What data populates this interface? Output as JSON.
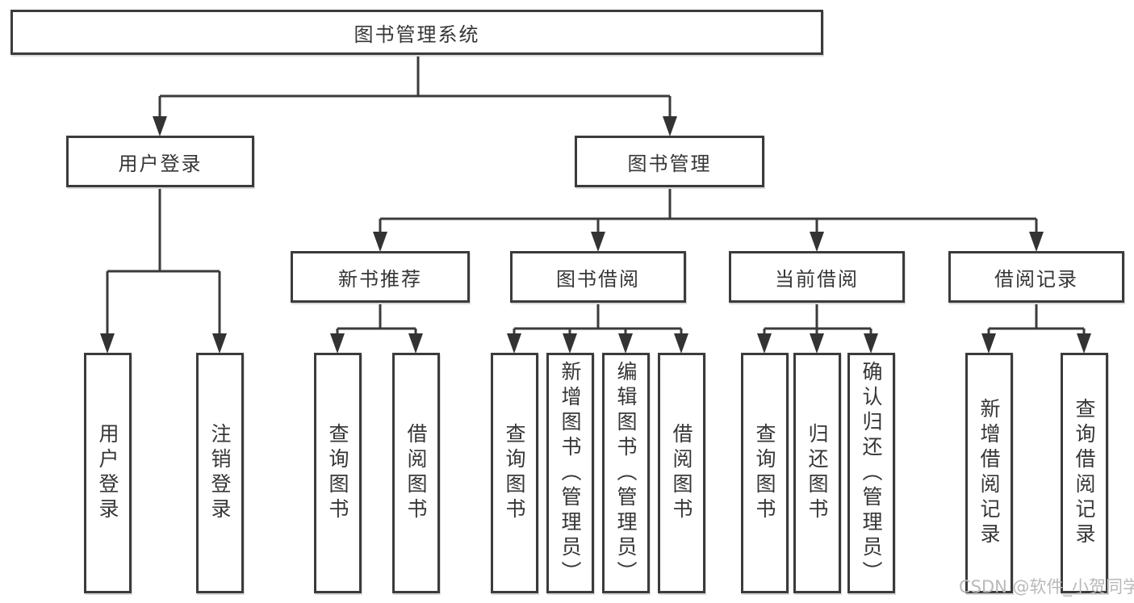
{
  "diagram": {
    "title": "图书管理系统",
    "level2": {
      "user_login": "用户登录",
      "book_management": "图书管理"
    },
    "level3": {
      "new_book_recommend": "新书推荐",
      "book_borrow": "图书借阅",
      "current_borrow": "当前借阅",
      "borrow_records": "借阅记录"
    },
    "leaves": {
      "user_login": [
        "用户登录",
        "注销登录"
      ],
      "new_book_recommend": [
        "查询图书",
        "借阅图书"
      ],
      "book_borrow": [
        "查询图书",
        "新增图书（管理员）",
        "编辑图书（管理员）",
        "借阅图书"
      ],
      "current_borrow": [
        "查询图书",
        "归还图书",
        "确认归还（管理员）"
      ],
      "borrow_records": [
        "新增借阅记录",
        "查询借阅记录"
      ]
    },
    "watermark": "CSDN @软件_小贺同学",
    "colors": {
      "line": "#3b3b3b",
      "box_border": "#3b3b3b",
      "text": "#363636",
      "watermark": "#b9b9b9",
      "background": "#ffffff"
    }
  }
}
